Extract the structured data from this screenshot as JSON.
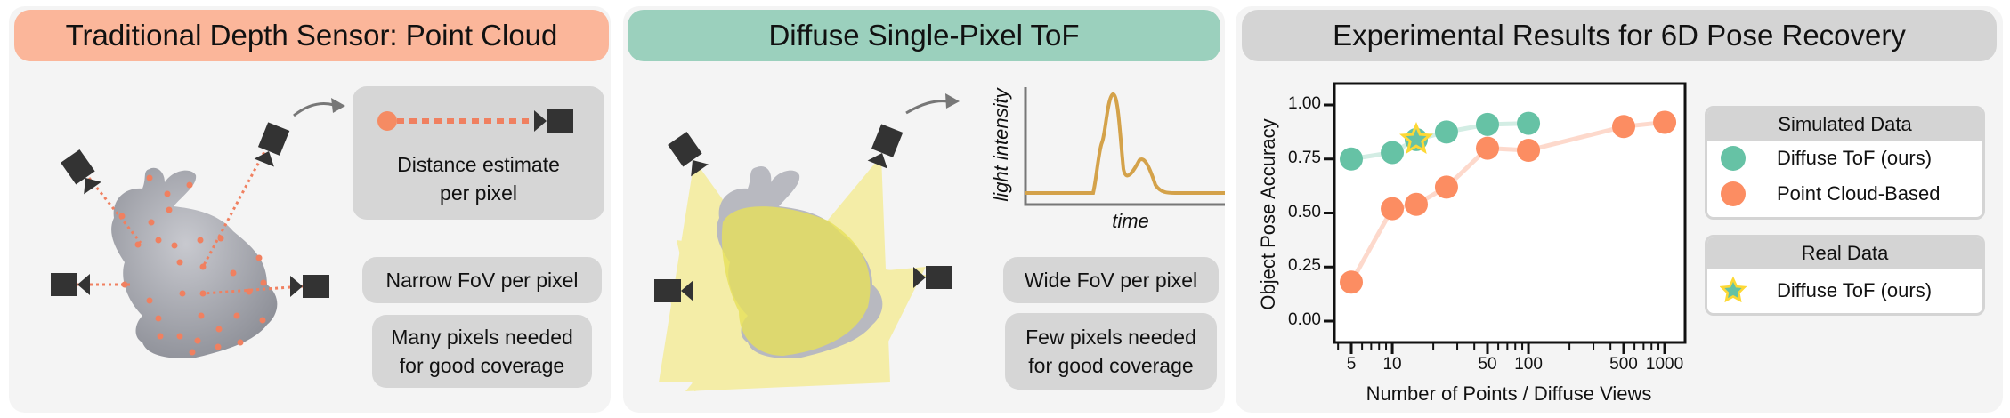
{
  "panels": [
    {
      "title": "Traditional Depth Sensor: Point Cloud",
      "header_color": "#fbb69a",
      "boxes": [
        "Distance estimate\nper pixel",
        "Narrow FoV per pixel",
        "Many pixels needed\nfor good coverage"
      ]
    },
    {
      "title": "Diffuse Single-Pixel ToF",
      "header_color": "#9bd0bd",
      "boxes": [
        "Wide FoV per pixel",
        "Few pixels needed\nfor good coverage"
      ],
      "histogram": {
        "ylabel": "light intensity",
        "xlabel": "time"
      }
    },
    {
      "title": "Experimental Results for 6D Pose Recovery",
      "header_color": "#d4d4d4"
    }
  ],
  "legend": {
    "groups": [
      {
        "title": "Simulated Data",
        "entries": [
          {
            "label": "Diffuse ToF (ours)",
            "marker": "circle",
            "color": "#66c2a5"
          },
          {
            "label": "Point Cloud-Based",
            "marker": "circle",
            "color": "#fc8d62"
          }
        ]
      },
      {
        "title": "Real Data",
        "entries": [
          {
            "label": "Diffuse ToF (ours)",
            "marker": "star",
            "color": "#66c2a5",
            "edge": "#fdd835"
          }
        ]
      }
    ]
  },
  "chart_data": {
    "type": "line",
    "xlabel": "Number of Points / Diffuse Views",
    "ylabel": "Object Pose Accuracy",
    "xscale": "log",
    "xlim": [
      4,
      1300
    ],
    "ylim": [
      -0.1,
      1.1
    ],
    "xticks": [
      5,
      10,
      50,
      100,
      500,
      1000
    ],
    "xtick_labels": [
      "5",
      "10",
      "50",
      "100",
      "500",
      "1000"
    ],
    "yticks": [
      0,
      0.25,
      0.5,
      0.75,
      1.0
    ],
    "ytick_labels": [
      "0.00",
      "0.25",
      "0.50",
      "0.75",
      "1.00"
    ],
    "series": [
      {
        "name": "Diffuse ToF (ours) - Simulated",
        "color": "#66c2a5",
        "x": [
          5,
          10,
          15,
          25,
          50,
          100
        ],
        "y": [
          0.75,
          0.78,
          0.84,
          0.875,
          0.91,
          0.915
        ]
      },
      {
        "name": "Point Cloud-Based - Simulated",
        "color": "#fc8d62",
        "x": [
          5,
          10,
          15,
          25,
          50,
          100,
          500,
          1000
        ],
        "y": [
          0.18,
          0.52,
          0.54,
          0.62,
          0.8,
          0.79,
          0.9,
          0.92
        ]
      },
      {
        "name": "Diffuse ToF (ours) - Real",
        "color": "#66c2a5",
        "marker": "star",
        "x": [
          15
        ],
        "y": [
          0.84
        ]
      }
    ],
    "legend_position": "right"
  }
}
